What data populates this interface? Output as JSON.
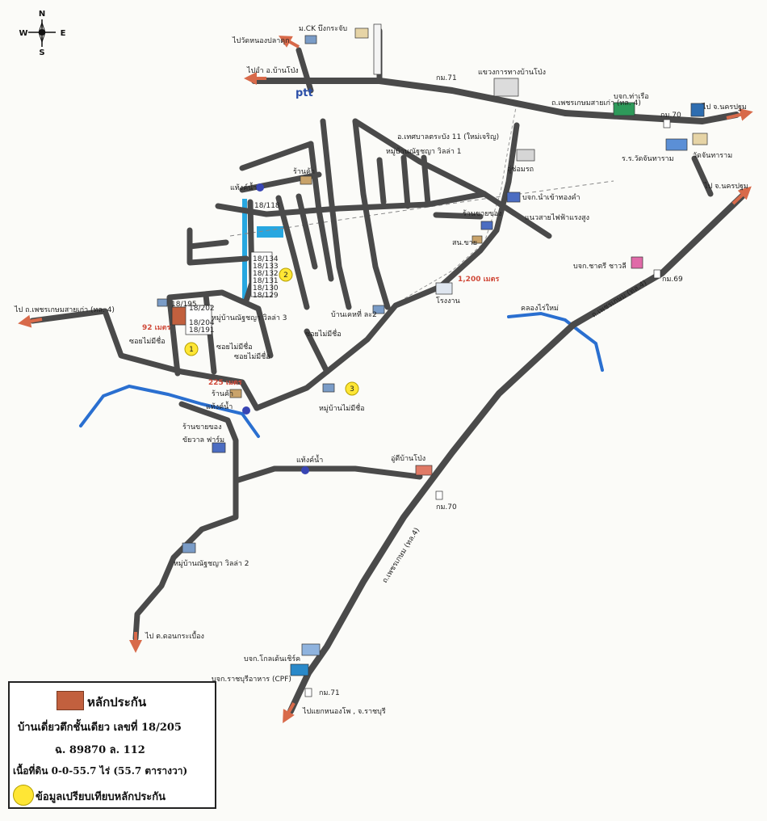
{
  "compass": {
    "n": "N",
    "s": "S",
    "e": "E",
    "w": "W"
  },
  "labels": {
    "mck": "ม.CK บึงกระจับ",
    "to_wat_nong_pla_duk": "ไปวัดหนองปลาดุก",
    "to_amphoe_ban_pong": "ไปอำ อ.บ้านโป่ง",
    "ptt": "ptt",
    "km71_top": "กม.71",
    "highway_office": "แขวงการทางบ้านโป่ง",
    "road4_top": "ถ.เพชรเกษมสายเก่า (ทล. 4)",
    "company_top": "บจก.ท่าเรือ",
    "km70_top": "กม.70",
    "to_nakhon_pathom_1": "ไป จ.นครปฐม",
    "school": "ร.ร.วัดจันทาราม",
    "wat_chan": "วัดจันทาราม",
    "to_nakhon_pathom_2": "ไป จ.นครปฐม",
    "municipality": "อ.เทศบาลตระบัง 11 (ใหม่เจริญ)",
    "village_villa1": "หมู่บ้านณัฐชญา วิลล่า 1",
    "garage": "อู่ซ่อมรถ",
    "shop_top": "ร้านค้า",
    "water_tank_1": "แท้งค์น้ำ",
    "lot_18118": "18/118",
    "company_mid": "บจก.นำเข้าทองคำ",
    "grocery_1": "ร้านขายของ",
    "power_line": "แนวสายไฟฟ้าแรงสูง",
    "office_small": "สน.ขาย",
    "lot_18134": "18/134",
    "lot_18133": "18/133",
    "lot_18132": "18/132",
    "lot_18131": "18/131",
    "lot_18130": "18/130",
    "lot_18129": "18/129",
    "dist_1200": "1,200 เมตร",
    "factory": "โรงงาน",
    "company_right": "บจก.ชาตรี ชาวลี",
    "km69": "กม.69",
    "road4_right": "ถ.เพชรเกษม (ทล.4)",
    "to_old_road4": "ไป ถ.เพชรเกษมสายเก่า (ทล. 4)",
    "lot_18195": "18/195",
    "lot_18202": "18/202",
    "village_villa3": "หมู่บ้านณัฐชญา วิลล่า 3",
    "dist_92": "92 เมตร",
    "lot_18204": "18/204",
    "lot_18191": "18/191",
    "ban_khet": "บ้านเคหที่ ละ2",
    "canal": "คลองไร่ใหม่",
    "soi_unnamed_1": "ซอยไม่มีชื่อ",
    "soi_unnamed_2": "ซอยไม่มีชื่อ",
    "soi_unnamed_3": "ซอยไม่มีชื่อ",
    "soi_unnamed_4": "ซอยไม่มีชื่อ",
    "dist_225": "225 เมตร",
    "shop_mid": "ร้านค้า",
    "water_tank_2": "แท้งค์น้ำ",
    "village_unnamed": "หมู่บ้านไม่มีชื่อ",
    "grocery_2": "ร้านขายของ",
    "farm": "ขัยวาล ฟาร์ม",
    "water_tank_3": "แท้งค์น้ำ",
    "garage_banpong": "อู่ดีบ้านโป่ง",
    "km70_bottom": "กม.70",
    "road4_bottom": "ถ.เพชรเกษม (ทล.4)",
    "village_villa2": "หมู่บ้านณัฐชญา วิลล่า 2",
    "to_don_krabueang": "ไป ต.ดอนกระเบื้อง",
    "company_bottom_1": "บจก.โกลเด้นเชิร์ค",
    "company_cpf": "บจก.ราชบุรีอาหาร (CPF)",
    "km71_bottom": "กม.71",
    "to_ratchaburi": "ไปแยกหนองโพ , จ.ราชบุรี",
    "marker_1": "1",
    "marker_2": "2",
    "marker_3": "3"
  },
  "legend": {
    "collateral": "หลักประกัน",
    "house": "บ้านเดี่ยวตึกชั้นเดียว เลขที่ 18/205",
    "deed": "ฉ. 89870 ล. 112",
    "area": "เนื้อที่ดิน 0-0-55.7 ไร่ (55.7 ตารางวา)",
    "comparison": "ข้อมูลเปรียบเทียบหลักประกัน"
  },
  "colors": {
    "road": "#4a4a4a",
    "river": "#2a6fd0",
    "collateral": "#c2603e",
    "comparison": "#ffe635",
    "arrow": "#d86a4a",
    "accent_blue": "#27a7e0"
  }
}
